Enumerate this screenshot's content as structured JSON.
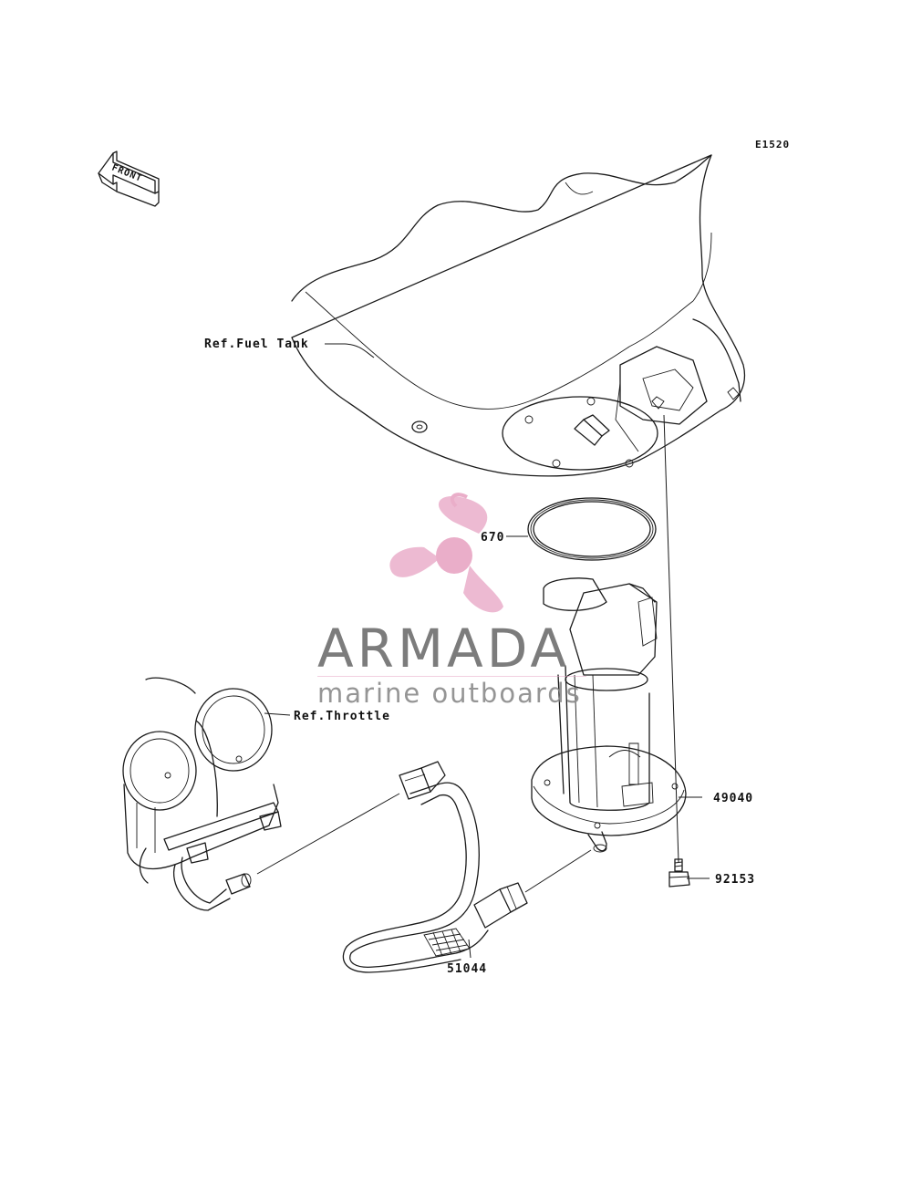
{
  "diagram": {
    "code": "E1520",
    "front_label": "FRONT",
    "reference_labels": {
      "fuel_tank": "Ref.Fuel Tank",
      "throttle": "Ref.Throttle"
    },
    "part_numbers": {
      "gasket": "670",
      "fuel_pump": "49040",
      "bolt": "92153",
      "hose": "51044"
    }
  },
  "watermark": {
    "brand": "ARMADA",
    "tagline": "marine outboards",
    "logo": "propeller-icon",
    "color": "#e8a6c4"
  }
}
